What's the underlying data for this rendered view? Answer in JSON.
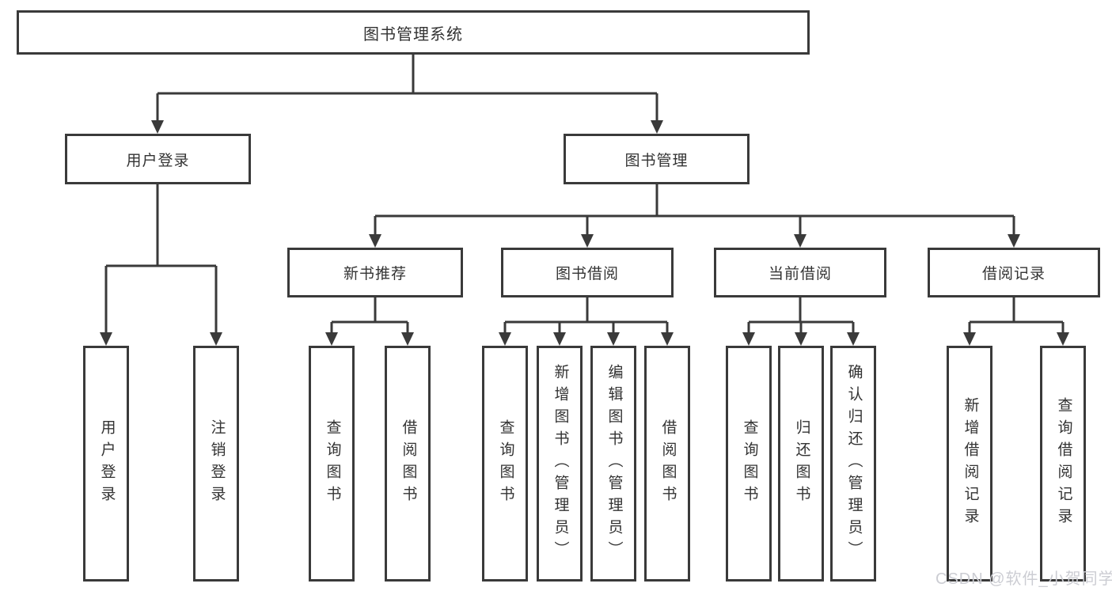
{
  "diagram": {
    "root": "图书管理系统",
    "level2": [
      "用户登录",
      "图书管理"
    ],
    "level3": [
      "新书推荐",
      "图书借阅",
      "当前借阅",
      "借阅记录"
    ],
    "leaves": {
      "user_login": [
        "用户登录",
        "注销登录"
      ],
      "new_book_rec": [
        "查询图书",
        "借阅图书"
      ],
      "book_borrow": [
        "查询图书",
        "新增图书（管理员）",
        "编辑图书（管理员）",
        "借阅图书"
      ],
      "current_borrow": [
        "查询图书",
        "归还图书",
        "确认归还（管理员）"
      ],
      "borrow_record": [
        "新增借阅记录",
        "查询借阅记录"
      ]
    }
  },
  "watermark": "CSDN @软件_小贺同学",
  "colors": {
    "line": "#3a3a3a",
    "text": "#333333",
    "background": "#ffffff",
    "watermark": "#cccdd3"
  }
}
